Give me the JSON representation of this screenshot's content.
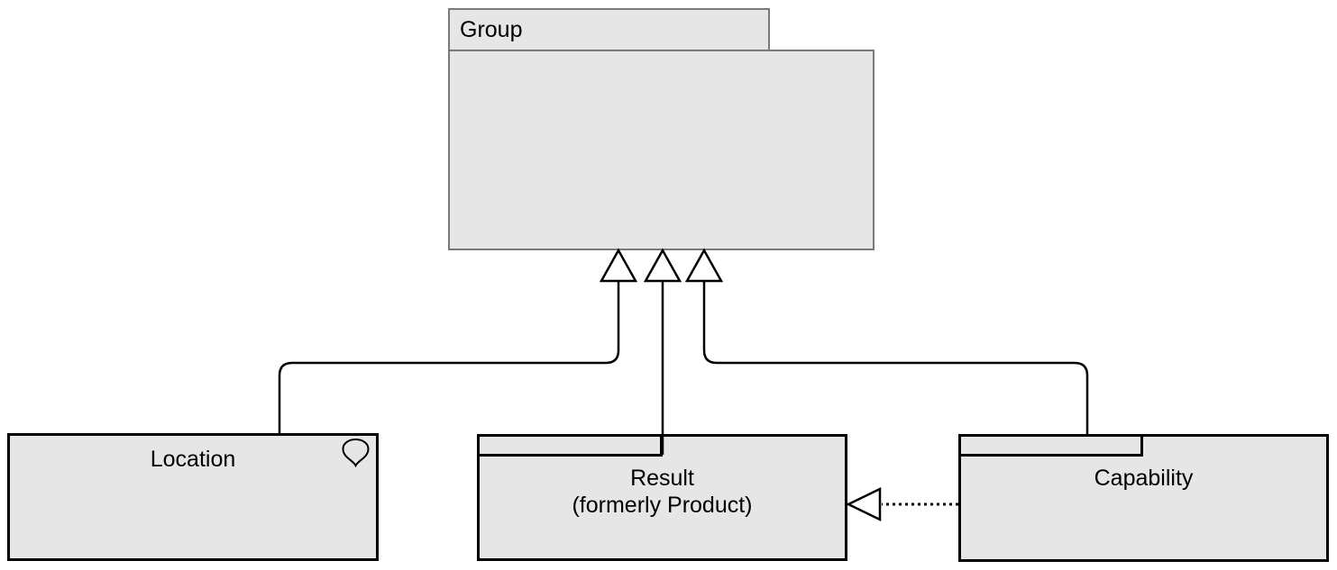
{
  "diagram": {
    "package": {
      "label": "Group"
    },
    "nodes": [
      {
        "id": "location",
        "label": "Location",
        "icon": "location-pin-icon"
      },
      {
        "id": "result",
        "label_line1": "Result",
        "label_line2": "(formerly Product)"
      },
      {
        "id": "capability",
        "label": "Capability"
      }
    ],
    "edges": [
      {
        "from": "Location",
        "to": "Group",
        "type": "generalization",
        "line_style": "solid"
      },
      {
        "from": "Result (formerly Product)",
        "to": "Group",
        "type": "generalization",
        "line_style": "solid"
      },
      {
        "from": "Capability",
        "to": "Group",
        "type": "generalization",
        "line_style": "solid"
      },
      {
        "from": "Capability",
        "to": "Result (formerly Product)",
        "type": "generalization",
        "line_style": "dotted"
      }
    ],
    "colors": {
      "background": "#ffffff",
      "node_fill": "#e6e6e6",
      "node_border": "#000000",
      "package_border": "#7a7a7a",
      "connector": "#000000",
      "arrowhead_fill": "#ffffff",
      "text": "#000000"
    }
  }
}
